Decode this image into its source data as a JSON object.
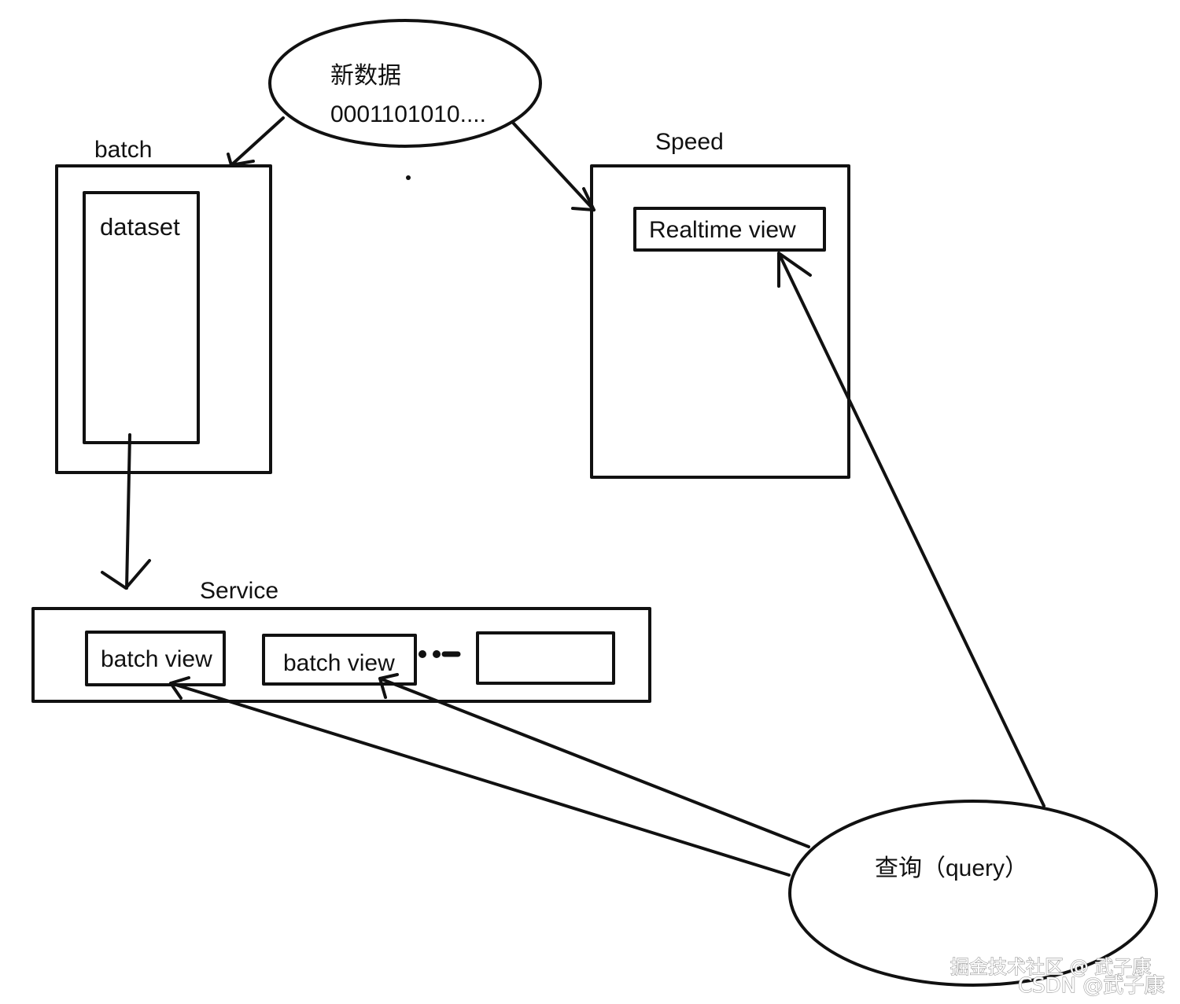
{
  "new_data": {
    "title": "新数据",
    "bits": "0001101010...."
  },
  "batch": {
    "title": "batch",
    "dataset": "dataset"
  },
  "speed": {
    "title": "Speed",
    "realtime_view": "Realtime view"
  },
  "service": {
    "title": "Service",
    "batch_view_1": "batch view",
    "batch_view_2": "batch view"
  },
  "query": {
    "label": "查询（query）"
  },
  "watermark": {
    "juejin": "掘金技术社区 @ 武子康",
    "csdn": "CSDN @武子康"
  },
  "colors": {
    "stroke": "#111111",
    "background": "#ffffff",
    "watermark": "#9a9a9a"
  }
}
